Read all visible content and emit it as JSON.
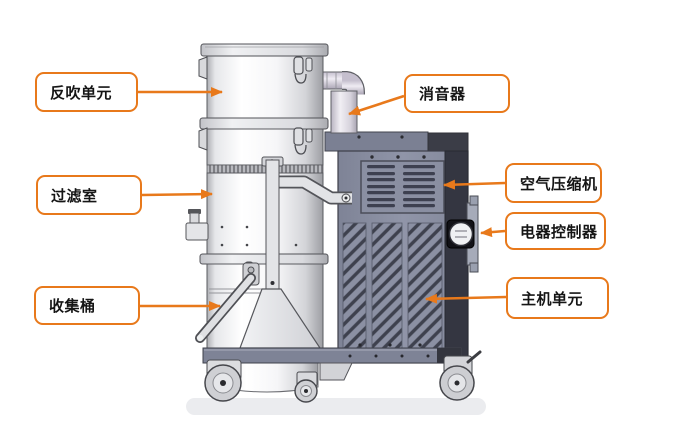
{
  "colors": {
    "accent": "#E8791B",
    "background": "#FFFFFF",
    "cabinet_body": "#8B90A3",
    "cabinet_dark": "#343641",
    "tank_metal": "#F2F3F5",
    "base_gray": "#7E8396"
  },
  "diagram": {
    "labels": [
      {
        "name": "blowback-unit",
        "text": "反吹单元"
      },
      {
        "name": "muffler",
        "text": "消音器"
      },
      {
        "name": "filter-chamber",
        "text": "过滤室"
      },
      {
        "name": "air-compressor",
        "text": "空气压缩机"
      },
      {
        "name": "electrical-controller",
        "text": "电器控制器"
      },
      {
        "name": "collection-bucket",
        "text": "收集桶"
      },
      {
        "name": "main-unit",
        "text": "主机单元"
      }
    ]
  }
}
